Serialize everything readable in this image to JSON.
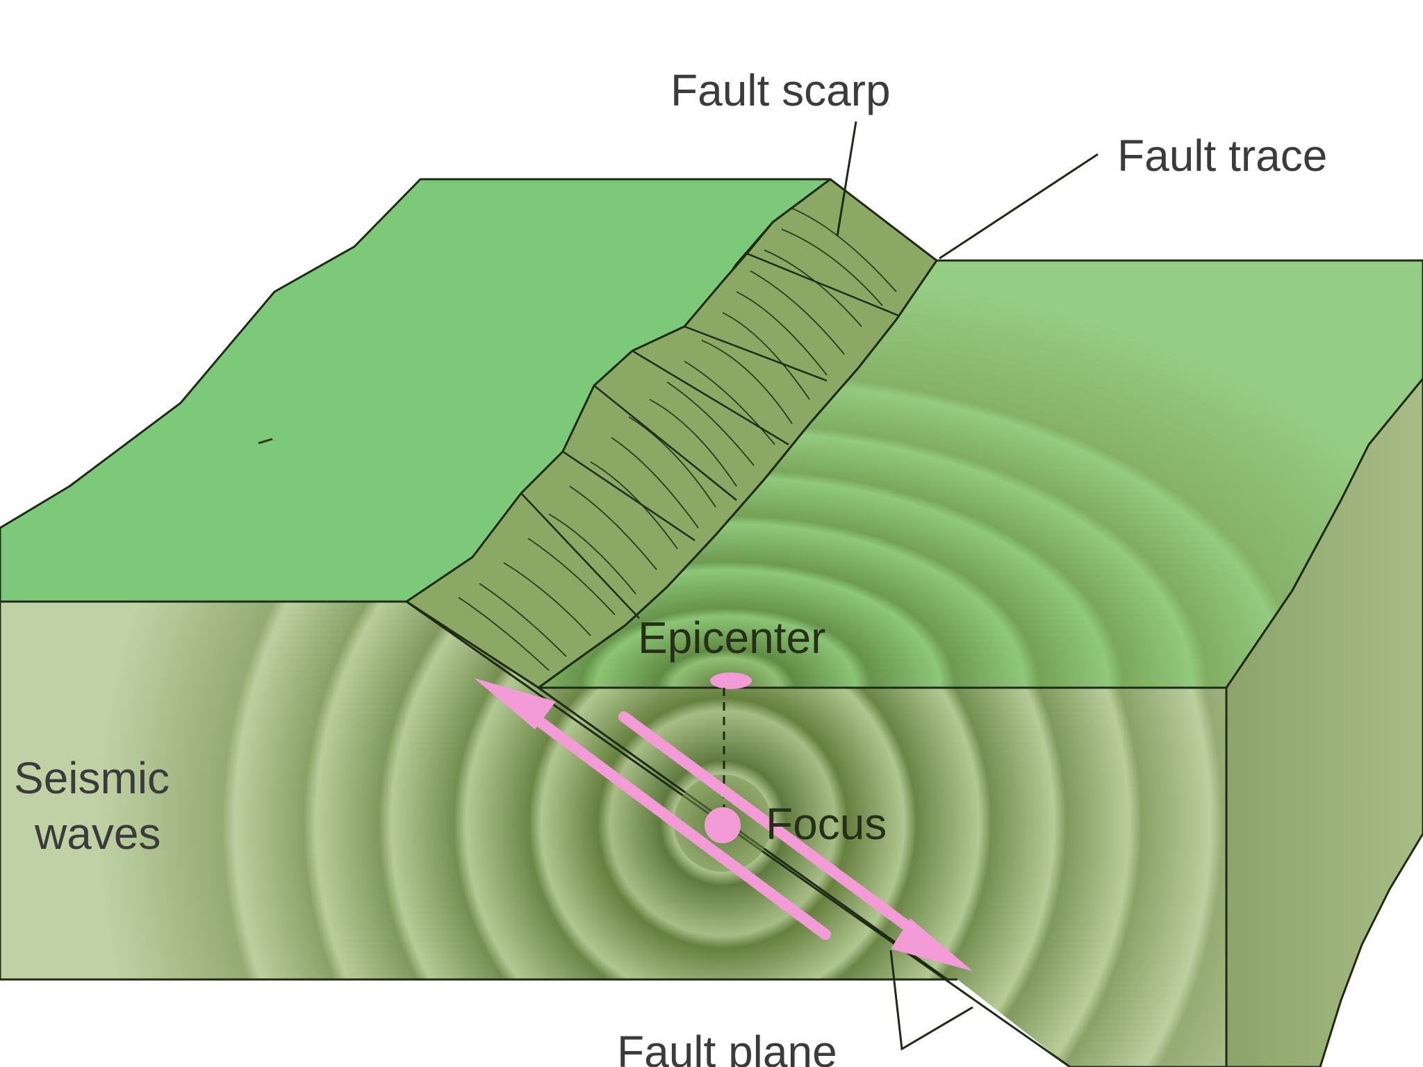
{
  "diagram": {
    "labels": {
      "fault_scarp": "Fault scarp",
      "fault_trace": "Fault trace",
      "epicenter": "Epicenter",
      "focus": "Focus",
      "seismic_waves_line1": "Seismic",
      "seismic_waves_line2": "waves",
      "fault_plane": "Fault plane"
    },
    "colors": {
      "background": "#ffffff",
      "upland_top": "#7cc97a",
      "lowland_top": "#84c679",
      "scarp_face": "#8ba865",
      "cross_section": "#b3c994",
      "side_face": "#9db57a",
      "wave_dark": "#6f8a4c",
      "arrow_pink": "#f29bd7",
      "outline": "#1e2a14",
      "text": "#3b3b3b"
    }
  }
}
